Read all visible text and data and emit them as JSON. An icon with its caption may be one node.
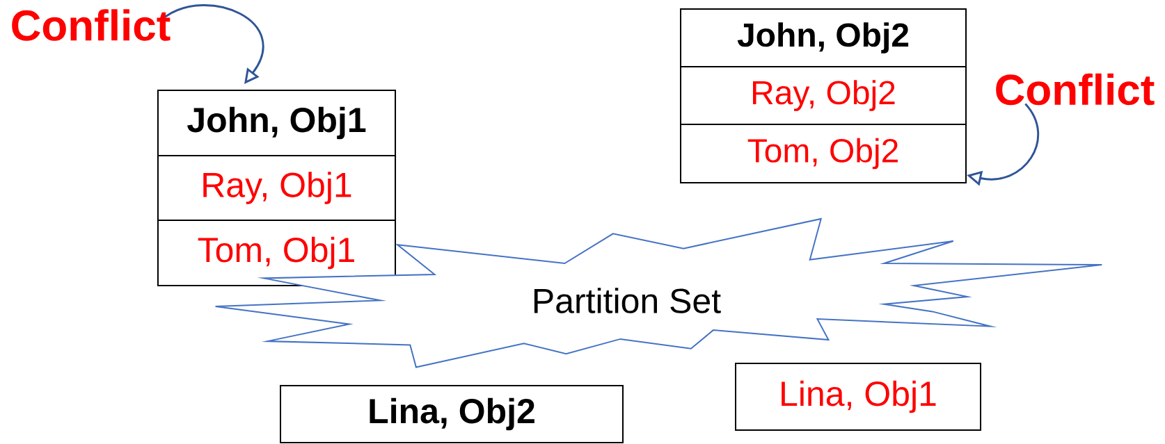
{
  "diagram": {
    "nodes": [
      {
        "text": [
          "Conflict"
        ]
      },
      {
        "text": [
          "John, Obj1"
        ]
      },
      {
        "text": [
          "Ray, Obj1"
        ]
      },
      {
        "text": [
          "Tom, Obj1"
        ]
      },
      {
        "text": [
          "John, Obj2"
        ]
      },
      {
        "text": [
          "Ray, Obj2"
        ]
      },
      {
        "text": [
          "Tom, Obj2"
        ]
      },
      {
        "text": [
          "Conflict"
        ]
      },
      {
        "text": [
          "Partition Set"
        ]
      },
      {
        "text": [
          "Lina, Obj2"
        ]
      },
      {
        "text": [
          "Lina, Obj1"
        ]
      }
    ],
    "edges": [
      {
        "from": 0,
        "to": 1,
        "arrow": "to"
      },
      {
        "from": 7,
        "to": 6,
        "arrow": "to"
      }
    ]
  }
}
